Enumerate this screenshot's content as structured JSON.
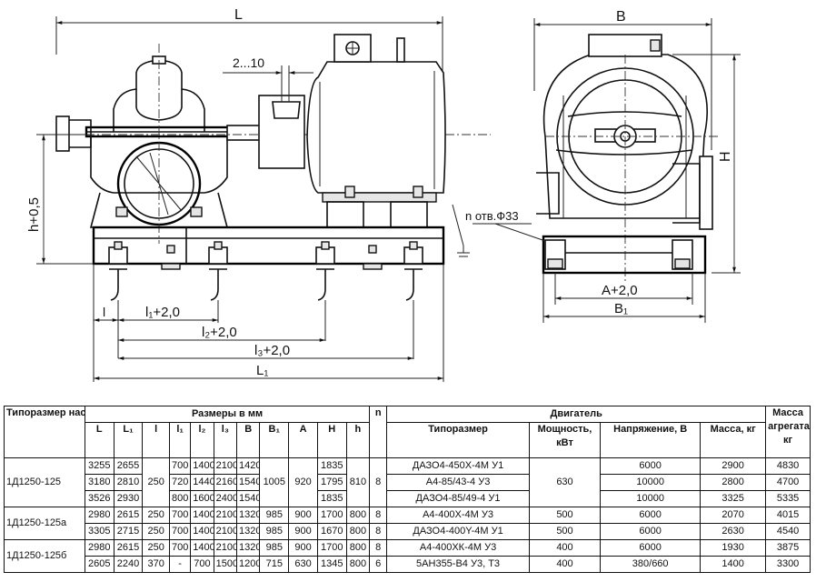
{
  "drawing": {
    "labels": {
      "L": "L",
      "gap": "2...10",
      "h": "h+0,5",
      "l": "l",
      "l1": "l₁+2,0",
      "l2": "l₂+2,0",
      "l3": "l₃+2,0",
      "L1": "L₁",
      "B": "B",
      "H": "H",
      "holes": "n отв.Ф33",
      "A": "A+2,0",
      "B1": "B₁"
    }
  },
  "table": {
    "head": {
      "pump_type": "Типоразмер насоса",
      "dims_group": "Размеры в мм",
      "dims": [
        "L",
        "L₁",
        "l",
        "l₁",
        "l₂",
        "l₃",
        "B",
        "B₁",
        "A",
        "H",
        "h"
      ],
      "n": "n",
      "motor_group": "Двигатель",
      "motor": [
        "Типоразмер",
        "Мощность, кВт",
        "Напряжение, В",
        "Масса, кг"
      ],
      "unit_mass": "Масса агрегата, кг"
    },
    "groups": [
      {
        "pump": "1Д1250-125",
        "rows": [
          {
            "L": "3255",
            "L1": "2655",
            "l": "",
            "l1": "700",
            "l2": "1400",
            "l3": "2100",
            "B": "1420",
            "B1": "",
            "A": "",
            "H": "1835",
            "h": "",
            "n": "",
            "motor": "ДАЗО4-450Х-4М У1",
            "power": "",
            "voltage": "6000",
            "mass": "2900",
            "unit": "4830"
          },
          {
            "L": "3180",
            "L1": "2810",
            "l": "250",
            "l1": "720",
            "l2": "1440",
            "l3": "2160",
            "B": "1540",
            "B1": "1005",
            "A": "920",
            "H": "1795",
            "h": "810",
            "n": "8",
            "motor": "А4-85/43-4 У3",
            "power": "630",
            "voltage": "10000",
            "mass": "2800",
            "unit": "4700"
          },
          {
            "L": "3526",
            "L1": "2930",
            "l": "",
            "l1": "800",
            "l2": "1600",
            "l3": "2400",
            "B": "1540",
            "B1": "",
            "A": "",
            "H": "1835",
            "h": "",
            "n": "",
            "motor": "ДАЗО4-85/49-4 У1",
            "power": "",
            "voltage": "10000",
            "mass": "3325",
            "unit": "5335"
          }
        ]
      },
      {
        "pump": "1Д1250-125а",
        "rows": [
          {
            "L": "2980",
            "L1": "2615",
            "l": "250",
            "l1": "700",
            "l2": "1400",
            "l3": "2100",
            "B": "1320",
            "B1": "985",
            "A": "900",
            "H": "1700",
            "h": "800",
            "n": "8",
            "motor": "А4-400Х-4М У3",
            "power": "500",
            "voltage": "6000",
            "mass": "2070",
            "unit": "4015"
          },
          {
            "L": "3305",
            "L1": "2715",
            "l": "250",
            "l1": "700",
            "l2": "1400",
            "l3": "2100",
            "B": "1320",
            "B1": "985",
            "A": "900",
            "H": "1670",
            "h": "800",
            "n": "8",
            "motor": "ДАЗО4-400Y-4М У1",
            "power": "500",
            "voltage": "6000",
            "mass": "2630",
            "unit": "4540"
          }
        ]
      },
      {
        "pump": "1Д1250-125б",
        "rows": [
          {
            "L": "2980",
            "L1": "2615",
            "l": "250",
            "l1": "700",
            "l2": "1400",
            "l3": "2100",
            "B": "1320",
            "B1": "985",
            "A": "900",
            "H": "1700",
            "h": "800",
            "n": "8",
            "motor": "А4-400ХК-4М У3",
            "power": "400",
            "voltage": "6000",
            "mass": "1930",
            "unit": "3875"
          },
          {
            "L": "2605",
            "L1": "2240",
            "l": "370",
            "l1": "-",
            "l2": "700",
            "l3": "1500",
            "B": "1200",
            "B1": "715",
            "A": "630",
            "H": "1345",
            "h": "800",
            "n": "6",
            "motor": "5АН355-В4 У3, Т3",
            "power": "400",
            "voltage": "380/660",
            "mass": "1400",
            "unit": "3300"
          }
        ]
      }
    ]
  }
}
